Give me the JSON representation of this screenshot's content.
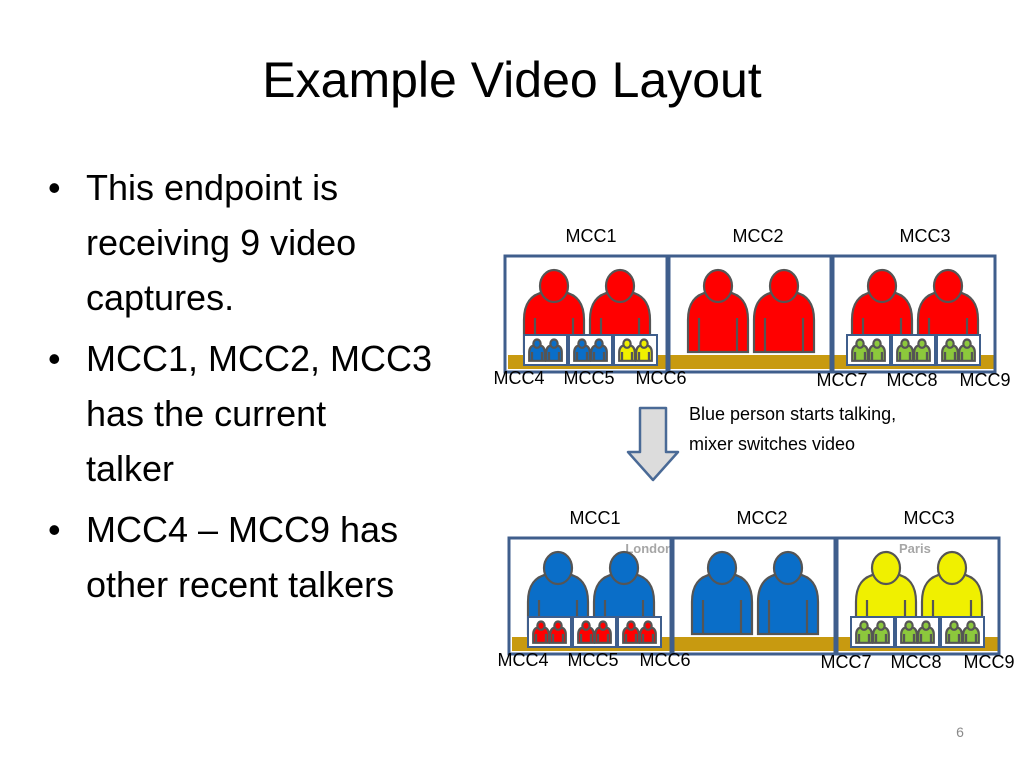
{
  "slide": {
    "title": "Example Video Layout",
    "page_number": "6"
  },
  "bullets": [
    {
      "lines": [
        "This endpoint is",
        "receiving 9 video",
        "captures."
      ]
    },
    {
      "lines": [
        "MCC1, MCC2, MCC3",
        "has the current",
        "talker"
      ]
    },
    {
      "lines": [
        "MCC4 – MCC9 has",
        "other recent talkers"
      ]
    }
  ],
  "diagram": {
    "arrow_note": [
      "Blue person starts talking,",
      "mixer switches video"
    ],
    "colors": {
      "frame": "#3f5e8c",
      "strip": "#c89a10",
      "red": "#ff0000",
      "blue": "#0a6ec8",
      "yellow": "#f0f000",
      "green": "#8cc83c",
      "arrow_fill": "#dcdcdc",
      "arrow_stroke": "#4a6a96",
      "city_label": "#a6a6a6"
    },
    "layouts": [
      {
        "main_labels": [
          "MCC1",
          "MCC2",
          "MCC3"
        ],
        "main_colors": [
          "red",
          "red",
          "red"
        ],
        "city_labels": [
          "",
          ""
        ],
        "thumb_labels": [
          "MCC4",
          "MCC5",
          "MCC6",
          "MCC7",
          "MCC8",
          "MCC9"
        ],
        "thumb_colors": [
          "blue",
          "blue",
          "yellow",
          "green",
          "green",
          "green"
        ]
      },
      {
        "main_labels": [
          "MCC1",
          "MCC2",
          "MCC3"
        ],
        "main_colors": [
          "blue",
          "blue",
          "yellow"
        ],
        "city_labels": [
          "London",
          "Paris"
        ],
        "thumb_labels": [
          "MCC4",
          "MCC5",
          "MCC6",
          "MCC7",
          "MCC8",
          "MCC9"
        ],
        "thumb_colors": [
          "red",
          "red",
          "red",
          "green",
          "green",
          "green"
        ]
      }
    ]
  }
}
